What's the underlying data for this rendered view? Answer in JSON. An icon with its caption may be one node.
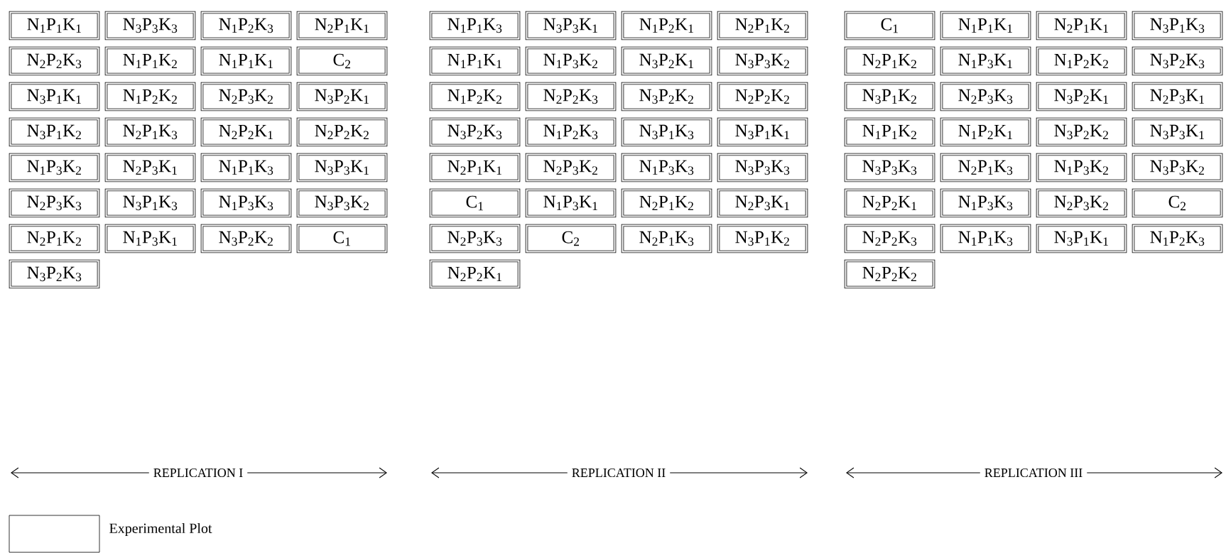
{
  "diagram": {
    "nodes": [
      {
        "text": [
          "N$_{1}$P$_{1}$K$_{1}$"
        ]
      },
      {
        "text": [
          "N$_{3}$P$_{3}$K$_{3}$"
        ]
      },
      {
        "text": [
          "N$_{1}$P$_{2}$K$_{3}$"
        ]
      },
      {
        "text": [
          "N$_{2}$P$_{1}$K$_{1}$"
        ]
      },
      {
        "text": [
          "N$_{2}$P$_{2}$K$_{3}$"
        ]
      },
      {
        "text": [
          "N$_{1}$P$_{1}$K$_{2}$"
        ]
      },
      {
        "text": [
          "N$_{1}$P$_{1}$K$_{1}$"
        ]
      },
      {
        "text": [
          "C$_{2}$"
        ]
      },
      {
        "text": [
          "N$_{3}$P$_{1}$K$_{1}$"
        ]
      },
      {
        "text": [
          "N$_{1}$P$_{2}$K$_{2}$"
        ]
      },
      {
        "text": [
          "N$_{2}$P$_{3}$K$_{2}$"
        ]
      },
      {
        "text": [
          "N$_{3}$P$_{2}$K$_{1}$"
        ]
      },
      {
        "text": [
          "N$_{3}$P$_{1}$K$_{2}$"
        ]
      },
      {
        "text": [
          "N$_{2}$P$_{1}$K$_{3}$"
        ]
      },
      {
        "text": [
          "N$_{2}$P$_{2}$K$_{1}$"
        ]
      },
      {
        "text": [
          "N$_{2}$P$_{2}$K$_{2}$"
        ]
      },
      {
        "text": [
          "N$_{1}$P$_{3}$K$_{2}$"
        ]
      },
      {
        "text": [
          "N$_{2}$P$_{3}$K$_{1}$"
        ]
      },
      {
        "text": [
          "N$_{1}$P$_{1}$K$_{3}$"
        ]
      },
      {
        "text": [
          "N$_{3}$P$_{3}$K$_{1}$"
        ]
      },
      {
        "text": [
          "N$_{2}$P$_{3}$K$_{3}$"
        ]
      },
      {
        "text": [
          "N$_{3}$P$_{1}$K$_{3}$"
        ]
      },
      {
        "text": [
          "N$_{1}$P$_{3}$K$_{3}$"
        ]
      },
      {
        "text": [
          "N$_{3}$P$_{3}$K$_{2}$"
        ]
      },
      {
        "text": [
          "N$_{2}$P$_{1}$K$_{2}$"
        ]
      },
      {
        "text": [
          "N$_{1}$P$_{3}$K$_{1}$"
        ]
      },
      {
        "text": [
          "N$_{3}$P$_{2}$K$_{2}$"
        ]
      },
      {
        "text": [
          "C$_{1}$"
        ]
      },
      {
        "text": [
          "N$_{3}$P$_{2}$K$_{3}$"
        ]
      },
      {
        "text": [
          "N$_{1}$P$_{1}$K$_{3}$"
        ]
      },
      {
        "text": [
          "N$_{3}$P$_{3}$K$_{1}$"
        ]
      },
      {
        "text": [
          "N$_{1}$P$_{2}$K$_{1}$"
        ]
      },
      {
        "text": [
          "N$_{2}$P$_{1}$K$_{2}$"
        ]
      },
      {
        "text": [
          "N$_{1}$P$_{1}$K$_{1}$"
        ]
      },
      {
        "text": [
          "N$_{1}$P$_{3}$K$_{2}$"
        ]
      },
      {
        "text": [
          "N$_{3}$P$_{2}$K$_{1}$"
        ]
      },
      {
        "text": [
          "N$_{3}$P$_{3}$K$_{2}$"
        ]
      },
      {
        "text": [
          "N$_{1}$P$_{2}$K$_{2}$"
        ]
      },
      {
        "text": [
          "N$_{2}$P$_{2}$K$_{3}$"
        ]
      },
      {
        "text": [
          "N$_{3}$P$_{2}$K$_{2}$"
        ]
      },
      {
        "text": [
          "N$_{2}$P$_{2}$K$_{2}$"
        ]
      },
      {
        "text": [
          "N$_{3}$P$_{2}$K$_{3}$"
        ]
      },
      {
        "text": [
          "N$_{1}$P$_{2}$K$_{3}$"
        ]
      },
      {
        "text": [
          "N$_{3}$P$_{1}$K$_{3}$"
        ]
      },
      {
        "text": [
          "N$_{3}$P$_{1}$K$_{1}$"
        ]
      },
      {
        "text": [
          "N$_{2}$P$_{1}$K$_{1}$"
        ]
      },
      {
        "text": [
          "N$_{2}$P$_{3}$K$_{2}$"
        ]
      },
      {
        "text": [
          "N$_{1}$P$_{3}$K$_{3}$"
        ]
      },
      {
        "text": [
          "N$_{3}$P$_{3}$K$_{3}$"
        ]
      },
      {
        "text": [
          "C$_{1}$"
        ]
      },
      {
        "text": [
          "N$_{1}$P$_{3}$K$_{1}$"
        ]
      },
      {
        "text": [
          "N$_{2}$P$_{1}$K$_{2}$"
        ]
      },
      {
        "text": [
          "N$_{2}$P$_{3}$K$_{1}$"
        ]
      },
      {
        "text": [
          "N$_{2}$P$_{3}$K$_{3}$"
        ]
      },
      {
        "text": [
          "C$_{2}$"
        ]
      },
      {
        "text": [
          "N$_{2}$P$_{1}$K$_{3}$"
        ]
      },
      {
        "text": [
          "N$_{3}$P$_{1}$K$_{2}$"
        ]
      },
      {
        "text": [
          "N$_{2}$P$_{2}$K$_{1}$"
        ]
      },
      {
        "text": [
          "C$_{1}$"
        ]
      },
      {
        "text": [
          "N$_{1}$P$_{1}$K$_{1}$"
        ]
      },
      {
        "text": [
          "N$_{2}$P$_{1}$K$_{1}$"
        ]
      },
      {
        "text": [
          "N$_{3}$P$_{1}$K$_{3}$"
        ]
      },
      {
        "text": [
          "N$_{2}$P$_{1}$K$_{2}$"
        ]
      },
      {
        "text": [
          "N$_{1}$P$_{3}$K$_{1}$"
        ]
      },
      {
        "text": [
          "N$_{1}$P$_{2}$K$_{2}$"
        ]
      },
      {
        "text": [
          "N$_{3}$P$_{2}$K$_{3}$"
        ]
      },
      {
        "text": [
          "N$_{3}$P$_{1}$K$_{2}$"
        ]
      },
      {
        "text": [
          "N$_{2}$P$_{3}$K$_{3}$"
        ]
      },
      {
        "text": [
          "N$_{3}$P$_{2}$K$_{1}$"
        ]
      },
      {
        "text": [
          "N$_{2}$P$_{3}$K$_{1}$"
        ]
      },
      {
        "text": [
          "N$_{1}$P$_{1}$K$_{2}$"
        ]
      },
      {
        "text": [
          "N$_{1}$P$_{2}$K$_{1}$"
        ]
      },
      {
        "text": [
          "N$_{3}$P$_{2}$K$_{2}$"
        ]
      },
      {
        "text": [
          "N$_{3}$P$_{3}$K$_{1}$"
        ]
      },
      {
        "text": [
          "N$_{3}$P$_{3}$K$_{3}$"
        ]
      },
      {
        "text": [
          "N$_{2}$P$_{1}$K$_{3}$"
        ]
      },
      {
        "text": [
          "N$_{1}$P$_{3}$K$_{2}$"
        ]
      },
      {
        "text": [
          "N$_{3}$P$_{3}$K$_{2}$"
        ]
      },
      {
        "text": [
          "N$_{2}$P$_{2}$K$_{1}$"
        ]
      },
      {
        "text": [
          "N$_{1}$P$_{3}$K$_{3}$"
        ]
      },
      {
        "text": [
          "N$_{2}$P$_{3}$K$_{2}$"
        ]
      },
      {
        "text": [
          "C$_{2}$"
        ]
      },
      {
        "text": [
          "N$_{2}$P$_{2}$K$_{3}$"
        ]
      },
      {
        "text": [
          "N$_{1}$P$_{1}$K$_{3}$"
        ]
      },
      {
        "text": [
          "N$_{3}$P$_{1}$K$_{1}$"
        ]
      },
      {
        "text": [
          "N$_{1}$P$_{2}$K$_{3}$"
        ]
      },
      {
        "text": [
          "N$_{2}$P$_{2}$K$_{2}$"
        ]
      }
    ],
    "labels": [
      "REPLICATION I",
      "REPLICATION II",
      "REPLICATION III"
    ],
    "legend": [
      {
        "text": "Experimental Plot"
      }
    ]
  }
}
